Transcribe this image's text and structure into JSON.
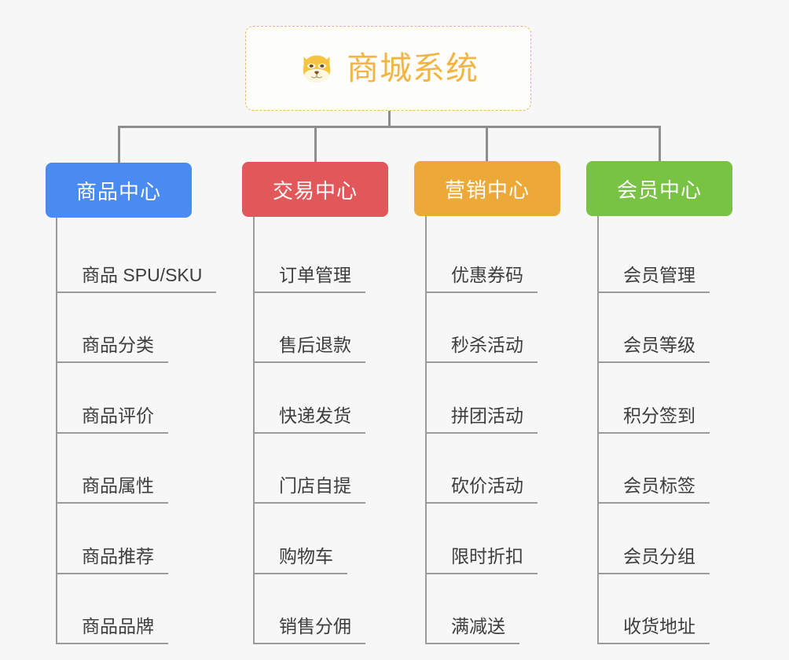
{
  "diagram": {
    "type": "mindmap-tree",
    "background_color": "#f7f7f7",
    "connector_color": "#8d8d8d",
    "item_line_color": "#9b9b9b",
    "item_text_color": "#3d3d3d"
  },
  "root": {
    "title": "商城系统",
    "icon": "dog-face-icon",
    "text_color": "#f2b544",
    "border_color": "#e8b861",
    "background_color": "#fdfdfc"
  },
  "branches": [
    {
      "label": "商品中心",
      "color": "#4a8bf2",
      "items": [
        "商品 SPU/SKU",
        "商品分类",
        "商品评价",
        "商品属性",
        "商品推荐",
        "商品品牌"
      ]
    },
    {
      "label": "交易中心",
      "color": "#e2585a",
      "items": [
        "订单管理",
        "售后退款",
        "快递发货",
        "门店自提",
        "购物车",
        "销售分佣"
      ]
    },
    {
      "label": "营销中心",
      "color": "#eca937",
      "items": [
        "优惠券码",
        "秒杀活动",
        "拼团活动",
        "砍价活动",
        "限时折扣",
        "满减送"
      ]
    },
    {
      "label": "会员中心",
      "color": "#78c244",
      "items": [
        "会员管理",
        "会员等级",
        "积分签到",
        "会员标签",
        "会员分组",
        "收货地址"
      ]
    }
  ]
}
